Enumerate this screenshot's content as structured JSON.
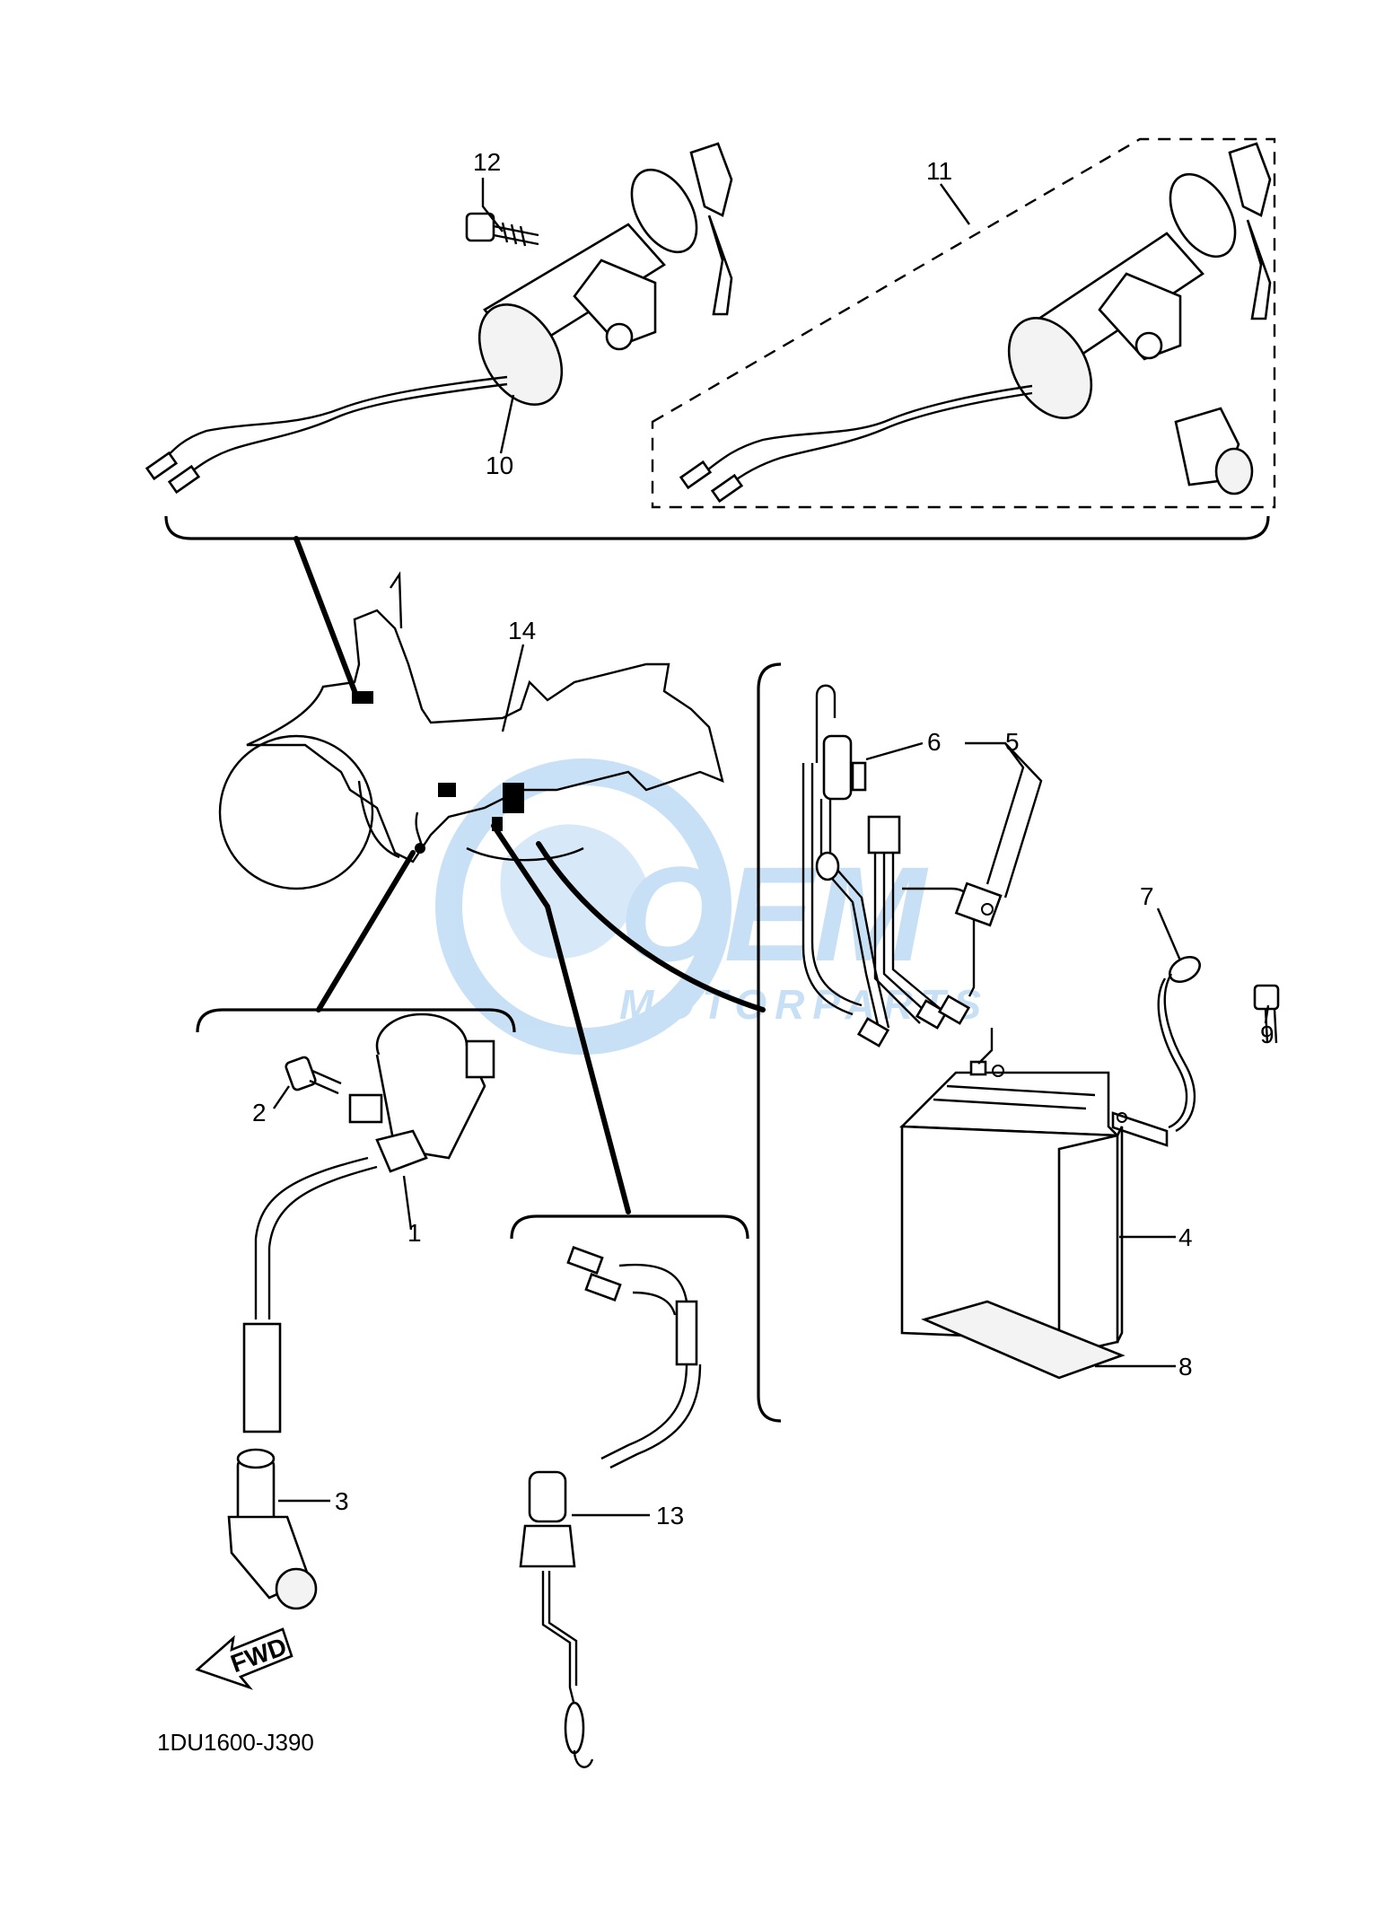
{
  "reference_code": "1DU1600-J390",
  "direction_label": "FWD",
  "watermark": {
    "brand": "OEM",
    "sub": "MOTORPARTS",
    "color": "#9cc8ee"
  },
  "callouts": [
    "1",
    "2",
    "3",
    "4",
    "5",
    "6",
    "7",
    "8",
    "9",
    "10",
    "11",
    "12",
    "13",
    "14"
  ]
}
